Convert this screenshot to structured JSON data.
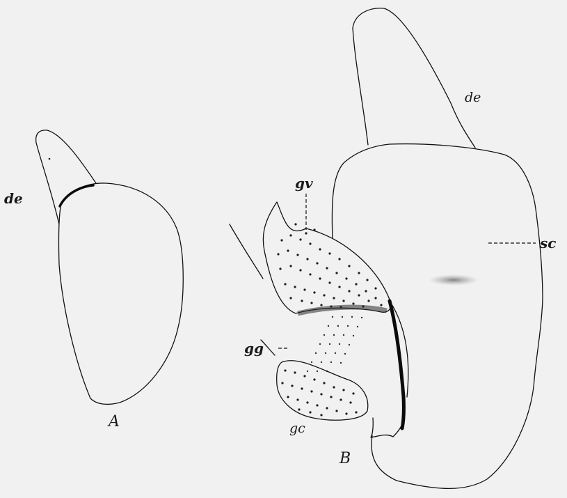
{
  "figure": {
    "panel_a": {
      "label": "A",
      "annotations": {
        "de": "de"
      }
    },
    "panel_b": {
      "label": "B",
      "annotations": {
        "de": "de",
        "gv": "gv",
        "sc": "sc",
        "gg": "gg",
        "gc": "gc"
      }
    }
  }
}
